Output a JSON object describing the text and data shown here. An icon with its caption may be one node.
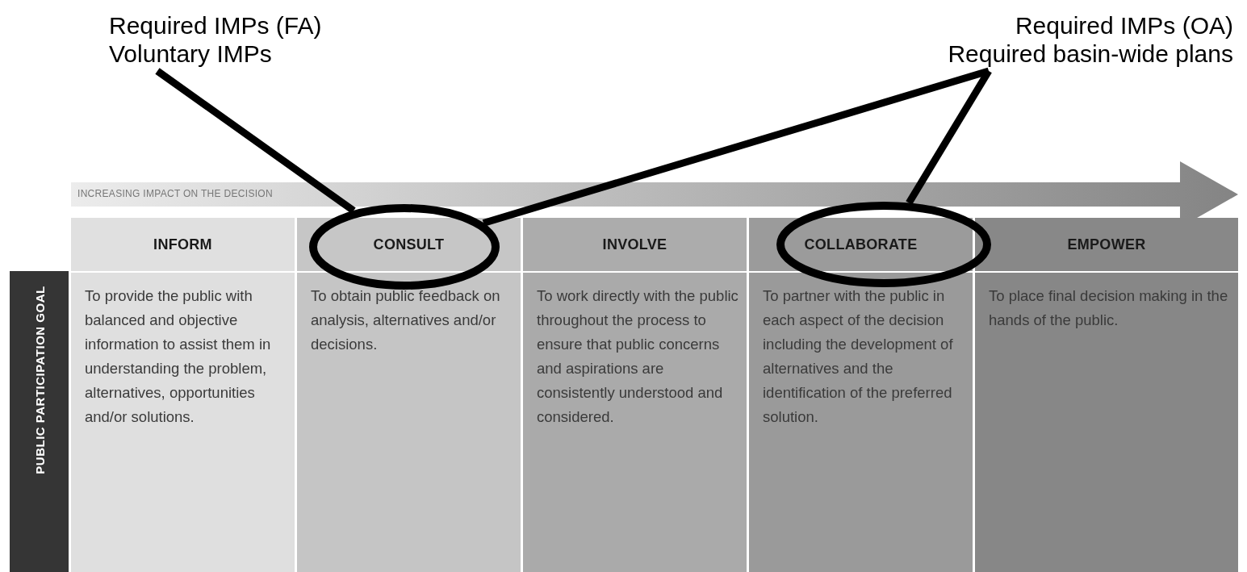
{
  "diagram": {
    "nodes": [
      {
        "text": [
          "Required IMPs (FA)",
          "Voluntary IMPs"
        ]
      },
      {
        "text": [
          "Required IMPs (OA)",
          "Required basin-wide plans"
        ]
      },
      {
        "text": [],
        "shape": "circle"
      },
      {
        "text": [],
        "shape": "circle"
      },
      {
        "text": [
          "INFORM"
        ]
      },
      {
        "text": [
          "CONSULT"
        ]
      },
      {
        "text": [
          "INVOLVE"
        ]
      },
      {
        "text": [
          "COLLABORATE"
        ]
      },
      {
        "text": [
          "EMPOWER"
        ]
      },
      {
        "text": [
          "PUBLIC PARTICIPATION GOAL"
        ]
      },
      {
        "text": [
          "To provide the public with balanced and objective information to assist them in understanding the problem, alternatives, opportunities and/or solutions."
        ]
      },
      {
        "text": [
          "To obtain public feedback on analysis, alternatives and/or decisions."
        ]
      },
      {
        "text": [
          "To work directly with the public throughout the process to ensure that public concerns and aspirations are consistently understood and considered."
        ]
      },
      {
        "text": [
          "To partner with the public in each aspect of the decision including the development of alternatives and the identification of the preferred solution."
        ]
      },
      {
        "text": [
          "To place final decision making in the hands of the public."
        ]
      }
    ],
    "edges": [
      {
        "from": 0,
        "to": 2,
        "arrow": "none"
      },
      {
        "from": 1,
        "to": 2,
        "arrow": "none"
      },
      {
        "from": 1,
        "to": 3,
        "arrow": "none"
      }
    ],
    "labels": [
      "INCREASING IMPACT ON THE DECISION"
    ]
  }
}
